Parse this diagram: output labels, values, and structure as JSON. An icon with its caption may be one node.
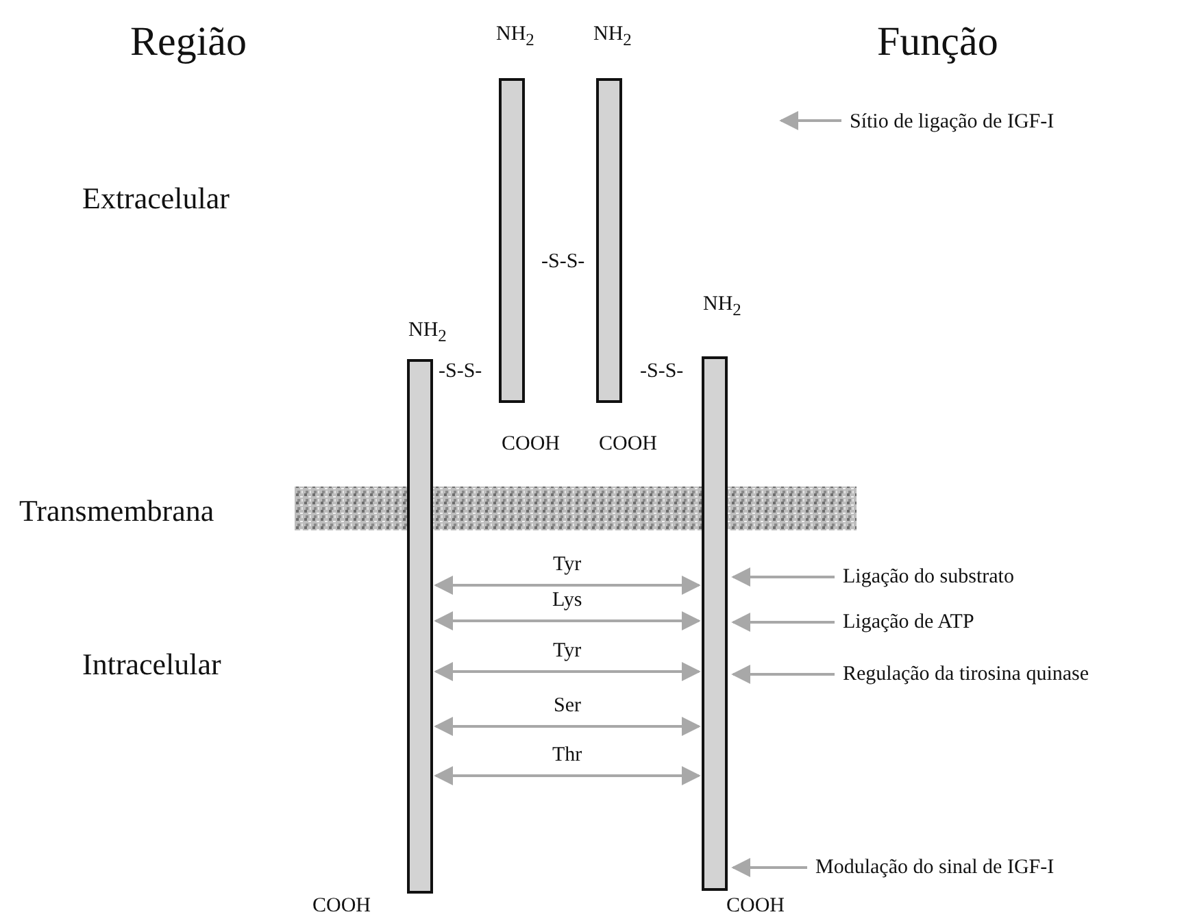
{
  "diagram": {
    "nodes": [
      {
        "text": [
          "Sítio de ligação de IGF-I"
        ]
      },
      {
        "text": [
          "Ligação do substrato"
        ]
      },
      {
        "text": [
          "Ligação de ATP"
        ]
      },
      {
        "text": [
          "Regulação da tirosina quinase"
        ]
      },
      {
        "text": [
          "Modulação do sinal de IGF-I"
        ]
      },
      {
        "text": [],
        "shape": "bar",
        "beside": [
          "NH$_{2}$",
          "COOH"
        ]
      },
      {
        "text": [],
        "shape": "bar",
        "beside": [
          "NH$_{2}$",
          "COOH"
        ]
      },
      {
        "text": [],
        "shape": "bar",
        "beside": [
          "NH$_{2}$",
          "COOH"
        ]
      },
      {
        "text": [],
        "shape": "bar",
        "beside": [
          "NH$_{2}$",
          "COOH"
        ]
      }
    ],
    "edges": [
      {
        "from": 7,
        "to": 8,
        "arrow": "both",
        "label": "Tyr"
      },
      {
        "from": 7,
        "to": 8,
        "arrow": "both",
        "label": "Lys"
      },
      {
        "from": 7,
        "to": 8,
        "arrow": "both",
        "label": "Tyr"
      },
      {
        "from": 7,
        "to": 8,
        "arrow": "both",
        "label": "Ser"
      },
      {
        "from": 7,
        "to": 8,
        "arrow": "both",
        "label": "Thr"
      },
      {
        "from": 0,
        "to": null,
        "arrow": "to"
      },
      {
        "from": 1,
        "to": 8,
        "arrow": "to"
      },
      {
        "from": 2,
        "to": 8,
        "arrow": "to"
      },
      {
        "from": 3,
        "to": 8,
        "arrow": "to"
      },
      {
        "from": 4,
        "to": 8,
        "arrow": "to"
      }
    ],
    "labels": [
      "Região",
      "Função",
      "Extracelular",
      "-S-S-",
      "-S-S-",
      "-S-S-",
      "Transmembrana",
      "Intracelular"
    ]
  }
}
